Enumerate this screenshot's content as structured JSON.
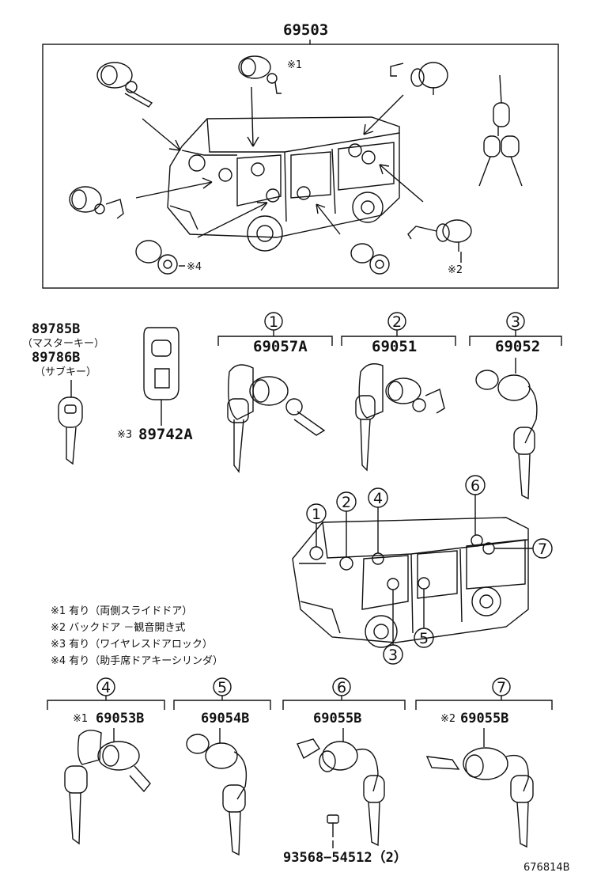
{
  "title_part": "69503",
  "top_notes": {
    "n1": "※1",
    "n2": "※2",
    "n4": "※4"
  },
  "keys": {
    "master_part": "89785B",
    "master_label": "（マスターキー）",
    "sub_part": "89786B",
    "sub_label": "（サブキー）",
    "remote_note": "※3",
    "remote_part": "89742A"
  },
  "callouts": [
    "1",
    "2",
    "3",
    "4",
    "5",
    "6",
    "7"
  ],
  "groups": [
    {
      "num": "1",
      "note": "",
      "part": "69057A"
    },
    {
      "num": "2",
      "note": "",
      "part": "69051"
    },
    {
      "num": "3",
      "note": "",
      "part": "69052"
    },
    {
      "num": "4",
      "note": "※1",
      "part": "69053B"
    },
    {
      "num": "5",
      "note": "",
      "part": "69054B"
    },
    {
      "num": "6",
      "note": "",
      "part": "69055B"
    },
    {
      "num": "7",
      "note": "※2",
      "part": "69055B"
    }
  ],
  "screw_part": "93568−54512（2）",
  "legend": [
    "※1 有り（両側スライドドア）",
    "※2 バックドア －観音開き式",
    "※3 有り（ワイヤレスドアロック）",
    "※4 有り（助手席ドアキーシリンダ）"
  ],
  "diagram_id": "676814B"
}
